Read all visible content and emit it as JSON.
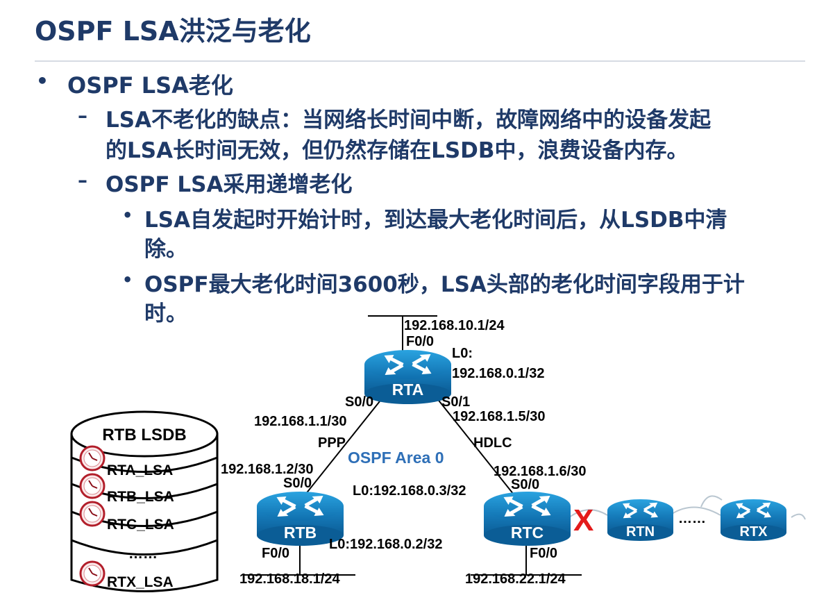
{
  "title": "OSPF LSA洪泛与老化",
  "bullets": {
    "b1": "OSPF LSA老化",
    "b1a_line1": "LSA不老化的缺点：当网络长时间中断，故障网络中的设备发起",
    "b1a_line2": "的LSA长时间无效，但仍然存储在LSDB中，浪费设备内存。",
    "b1b": "OSPF LSA采用递增老化",
    "b1b1_line1": "LSA自发起时开始计时，到达最大老化时间后，从LSDB中清",
    "b1b1_line2": "除。",
    "b1b2_line1": "OSPF最大老化时间3600秒，LSA头部的老化时间字段用于计",
    "b1b2_line2": "时。",
    "dot": "•",
    "dash": "–"
  },
  "diagram": {
    "area_label": "OSPF Area 0",
    "rta": {
      "name": "RTA",
      "lan": "192.168.10.1/24",
      "f0": "F0/0",
      "loop_label": "L0:",
      "loop_ip": "192.168.0.1/32",
      "s00": "S0/0",
      "s00_ip": "192.168.1.1/30",
      "s01": "S0/1",
      "s01_ip": "192.168.1.5/30"
    },
    "rtb": {
      "name": "RTB",
      "s00_ip": "192.168.1.2/30",
      "s00": "S0/0",
      "loop": "L0:192.168.0.2/32",
      "f0": "F0/0",
      "lan": "192.168.18.1/24"
    },
    "rtc": {
      "name": "RTC",
      "s00_ip": "192.168.1.6/30",
      "s00": "S0/0",
      "loop": "L0:192.168.0.3/32",
      "f0": "F0/0",
      "lan": "192.168.22.1/24"
    },
    "link_ppp": "PPP",
    "link_hdlc": "HDLC",
    "fail_mark": "X",
    "rtn": "RTN",
    "rtx": "RTX",
    "ellipsis": "……",
    "lsdb": {
      "title": "RTB LSDB",
      "entries": [
        "RTA_LSA",
        "RTB_LSA",
        "RTC_LSA",
        "……",
        "RTX_LSA"
      ]
    }
  },
  "colors": {
    "title": "#1f3a68",
    "area": "#2e6fb7",
    "router_body": "#1d8fd0",
    "fail": "#e41b1b"
  }
}
